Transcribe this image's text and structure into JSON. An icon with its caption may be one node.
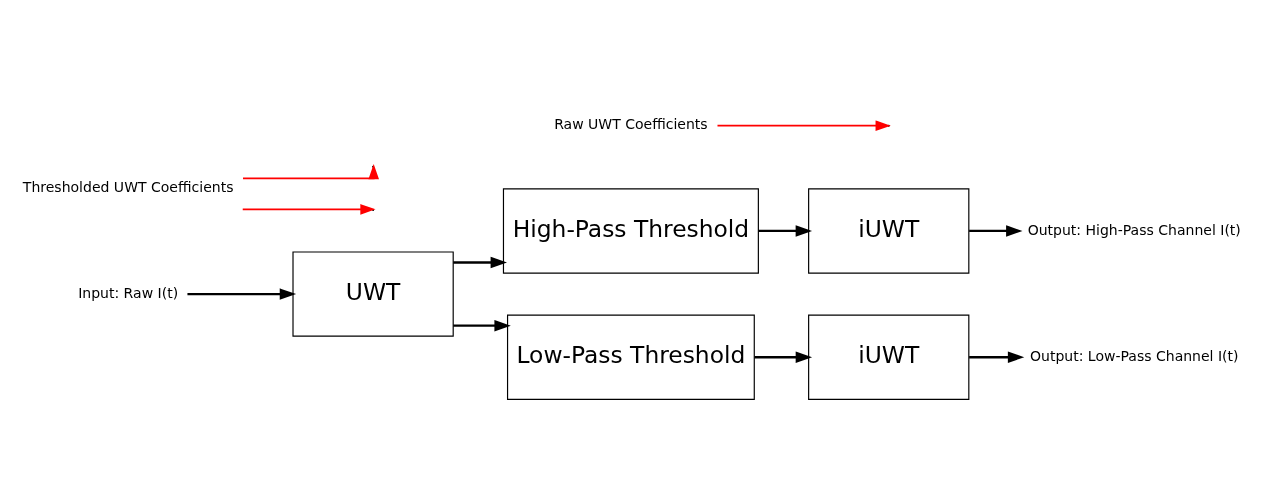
{
  "diagram": {
    "nodes": [
      {
        "text": [
          "Input: Raw I(t)"
        ]
      },
      {
        "text": [
          "UWT"
        ]
      },
      {
        "text": [
          "High-Pass Threshold"
        ]
      },
      {
        "text": [
          "Low-Pass Threshold"
        ]
      },
      {
        "text": [
          "iUWT"
        ]
      },
      {
        "text": [
          "iUWT"
        ]
      },
      {
        "text": [
          "Output: High-Pass Channel I(t)"
        ]
      },
      {
        "text": [
          "Output: Low-Pass Channel I(t)"
        ]
      },
      {
        "text": [
          "Raw UWT Coefficients"
        ]
      },
      {
        "text": [
          "Thresholded UWT Coefficients"
        ]
      }
    ],
    "edges": [
      {
        "from": 0,
        "to": 1,
        "arrow": "to"
      },
      {
        "from": 1,
        "to": 2,
        "arrow": "to"
      },
      {
        "from": 1,
        "to": 3,
        "arrow": "to"
      },
      {
        "from": 2,
        "to": 4,
        "arrow": "to"
      },
      {
        "from": 3,
        "to": 5,
        "arrow": "to"
      },
      {
        "from": 4,
        "to": 6,
        "arrow": "to"
      },
      {
        "from": 5,
        "to": 7,
        "arrow": "to"
      },
      {
        "from": 8,
        "to": null,
        "arrow": "to",
        "color": "#ff0000"
      },
      {
        "from": 9,
        "to": null,
        "arrow": "to",
        "color": "#ff0000"
      },
      {
        "from": 9,
        "to": null,
        "arrow": "to",
        "color": "#ff0000"
      }
    ]
  }
}
